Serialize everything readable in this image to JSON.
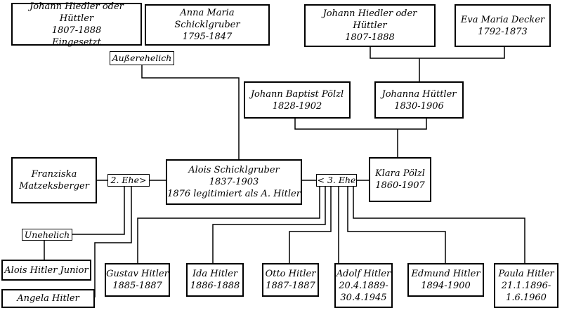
{
  "persons": {
    "johann_hiedler_1": {
      "name": "Johann Hiedler oder Hüttler",
      "dates": "1807-1888",
      "note": "Eingesetzt"
    },
    "anna_maria": {
      "name": "Anna Maria Schicklgruber",
      "dates": "1795-1847"
    },
    "johann_hiedler_2": {
      "name": "Johann Hiedler oder Hüttler",
      "dates": "1807-1888"
    },
    "eva_maria": {
      "name": "Eva Maria Decker",
      "dates": "1792-1873"
    },
    "johann_baptist": {
      "name": "Johann Baptist Pölzl",
      "dates": "1828-1902"
    },
    "johanna": {
      "name": "Johanna  Hüttler",
      "dates": "1830-1906"
    },
    "franziska": {
      "name_line1": "Franziska",
      "name_line2": "Matzeksberger"
    },
    "alois": {
      "name": "Alois Schicklgruber",
      "dates": "1837-1903",
      "note": "1876 legitimiert als A. Hitler"
    },
    "klara": {
      "name": "Klara Pölzl",
      "dates": "1860-1907"
    },
    "alois_junior": {
      "name": "Alois Hitler Junior"
    },
    "angela": {
      "name": "Angela Hitler"
    },
    "gustav": {
      "name": "Gustav Hitler",
      "dates": "1885-1887"
    },
    "ida": {
      "name": "Ida Hitler",
      "dates": "1886-1888"
    },
    "otto": {
      "name": "Otto Hitler",
      "dates": "1887-1887"
    },
    "adolf": {
      "name": "Adolf Hitler",
      "birth": "20.4.1889-",
      "death": "30.4.1945"
    },
    "edmund": {
      "name": "Edmund Hitler",
      "dates": "1894-1900"
    },
    "paula": {
      "name": "Paula Hitler",
      "birth": "21.1.1896-",
      "death": "1.6.1960"
    }
  },
  "relations": {
    "ausserehelich": "Außerehelich",
    "zweite_ehe": "2. Ehe>",
    "dritte_ehe": "< 3. Ehe",
    "unehelich": "Unehelich"
  }
}
